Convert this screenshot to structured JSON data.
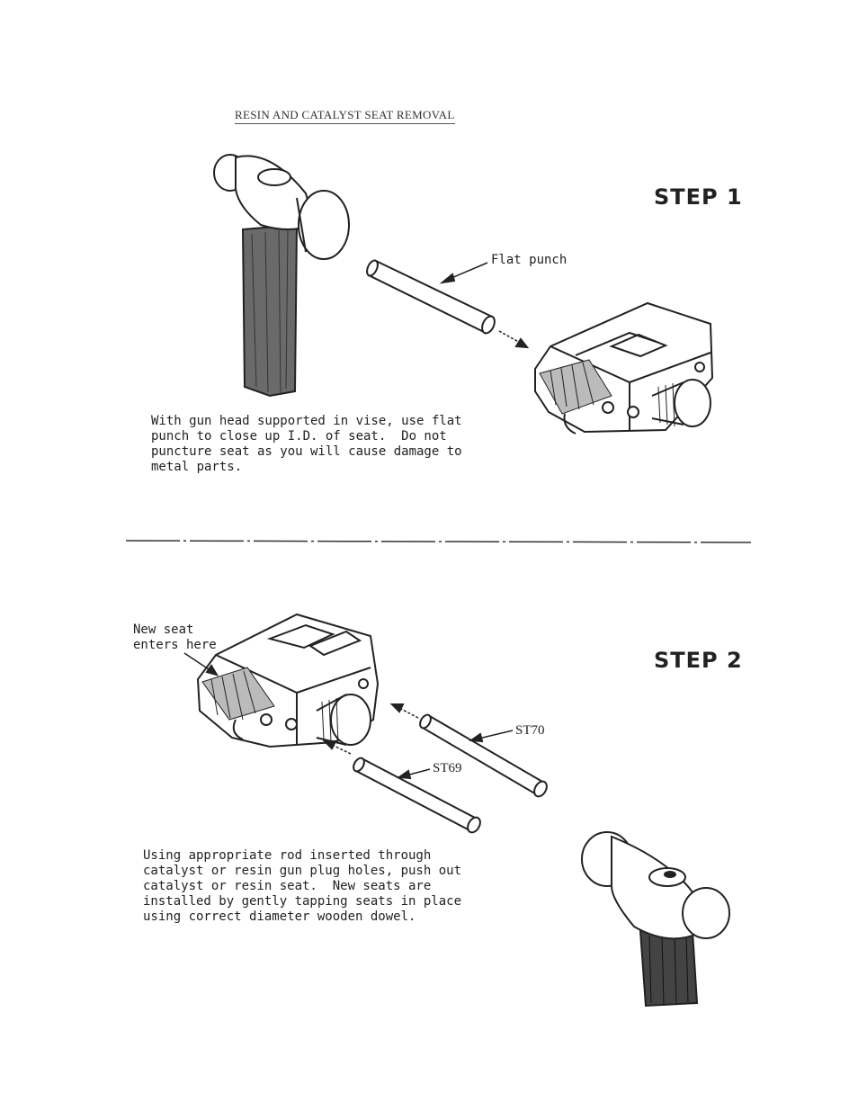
{
  "title": "RESIN AND CATALYST SEAT REMOVAL",
  "step1": {
    "heading": "STEP 1",
    "callout": "Flat punch",
    "instructions": [
      "With gun head supported in vise, use flat",
      "punch to close up I.D. of seat.  Do not",
      "puncture seat as you will cause damage to",
      "metal parts."
    ]
  },
  "step2": {
    "heading": "STEP 2",
    "callout_seat": [
      "New seat",
      "enters here"
    ],
    "callout_rod_a": "ST70",
    "callout_rod_b": "ST69",
    "instructions": [
      "Using appropriate rod inserted through",
      "catalyst or resin gun plug holes, push out",
      "catalyst or resin seat.  New seats are",
      "installed by gently tapping seats in place",
      "using correct diameter wooden dowel."
    ]
  }
}
